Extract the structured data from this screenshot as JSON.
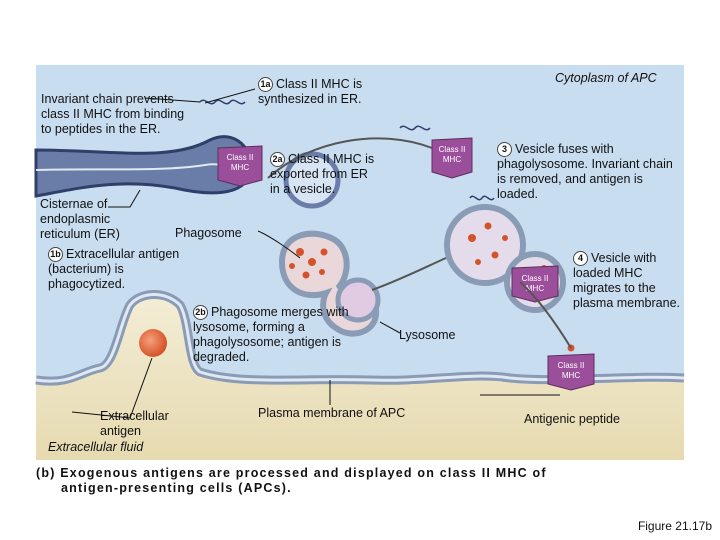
{
  "labels": {
    "cytoplasm": "Cytoplasm of APC",
    "invariant": "Invariant chain prevents class II MHC from binding to peptides in the ER.",
    "cisternae": "Cisternae of endoplasmic reticulum (ER)",
    "phagosome": "Phagosome",
    "lysosome": "Lysosome",
    "plasma_membrane": "Plasma membrane of APC",
    "antigenic_peptide": "Antigenic peptide",
    "extracellular_antigen": "Extracellular antigen",
    "extracellular_fluid": "Extracellular fluid"
  },
  "steps": {
    "s1a": {
      "num": "1a",
      "text": "Class II MHC is synthesized in ER."
    },
    "s1b": {
      "num": "1b",
      "text": "Extracellular antigen (bacterium) is phagocytized."
    },
    "s2a": {
      "num": "2a",
      "text": "Class II MHC is exported from ER in a vesicle."
    },
    "s2b": {
      "num": "2b",
      "text": "Phagosome merges with lysosome, forming a phagolysosome; antigen is degraded."
    },
    "s3": {
      "num": "3",
      "text": "Vesicle fuses with phagolysosome. Invariant chain is removed, and antigen is loaded."
    },
    "s4": {
      "num": "4",
      "text": "Vesicle with loaded MHC migrates to the plasma membrane."
    }
  },
  "mhc_label": "Class II MHC",
  "caption": {
    "tag": "(b)",
    "line1": "Exogenous antigens are processed and displayed on class II MHC of",
    "line2": "antigen-presenting cells (APCs)."
  },
  "figure_number": "Figure 21.17b",
  "colors": {
    "cytoplasm": "#c9ddf0",
    "membrane": "#8a9cb5",
    "er": "#6a7da8",
    "mhc": "#9b4f9a",
    "antigen": "#e0683a",
    "fluid": "#ece3c2"
  }
}
